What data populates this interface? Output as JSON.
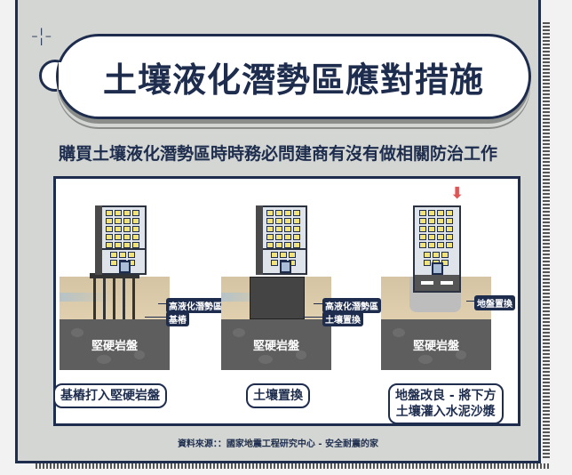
{
  "title": "土壤液化潛勢區應對措施",
  "subtitle": "購買土壤液化潛勢區時時務必問建商有沒有做相關防治工作",
  "diagrams": [
    {
      "rock": "堅硬岩盤",
      "labels": [
        "高液化潛勢區",
        "基樁"
      ],
      "caption": "基樁打入堅硬岩盤"
    },
    {
      "rock": "堅硬岩盤",
      "labels": [
        "高液化潛勢區",
        "土壤置換"
      ],
      "caption": "土壤置換"
    },
    {
      "rock": "堅硬岩盤",
      "labels": [
        "地盤置換"
      ],
      "caption_line1": "地盤改良 - 將下方",
      "caption_line2": "土壤灌入水泥沙漿"
    }
  ],
  "source": "資料來源：：國家地震工程研究中心 - 安全耐震的家",
  "colors": {
    "navy": "#1e2d4e",
    "arrow": "#e05555",
    "frame": "#d3d6d2"
  }
}
